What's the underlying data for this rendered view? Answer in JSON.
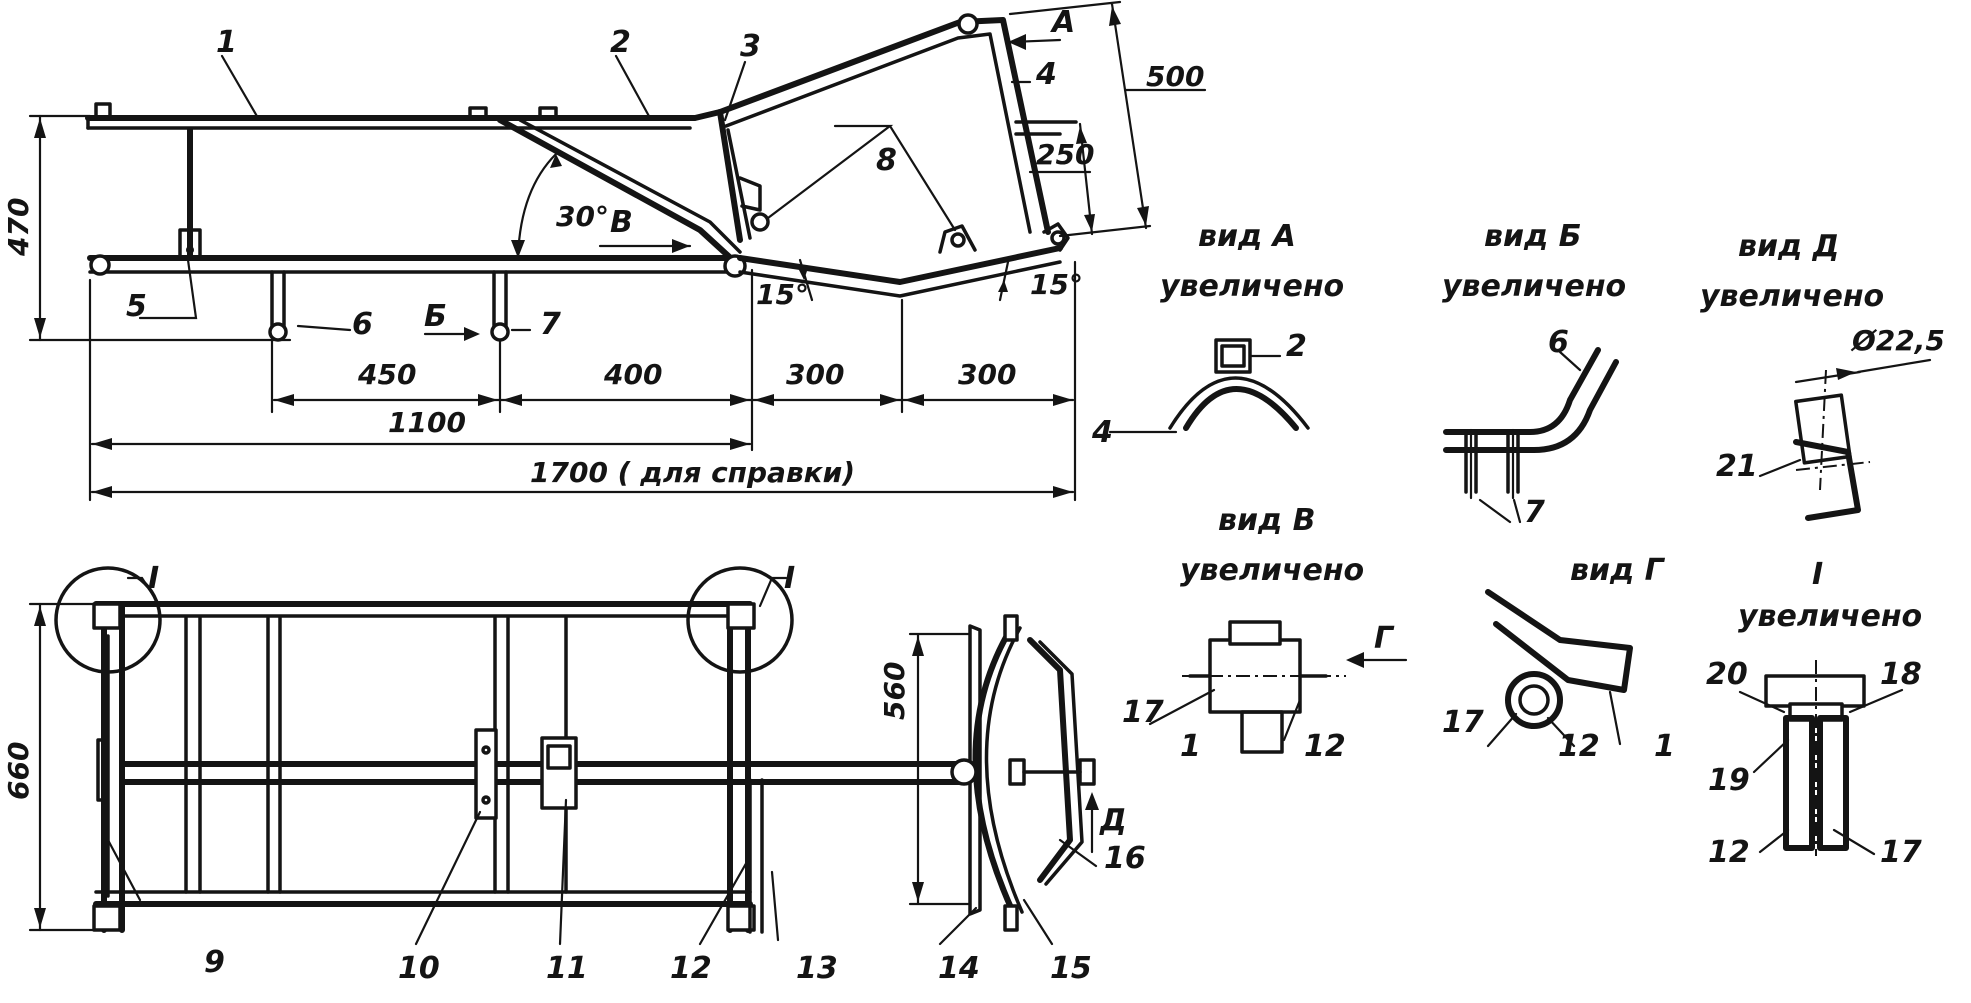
{
  "part_numbers": [
    "1",
    "2",
    "3",
    "4",
    "5",
    "6",
    "7",
    "8",
    "9",
    "10",
    "11",
    "12",
    "13",
    "14",
    "15",
    "16",
    "17",
    "18",
    "19",
    "20",
    "21"
  ],
  "roman": "I",
  "dimensions": {
    "d470": "470",
    "d500": "500",
    "d250": "250",
    "d450": "450",
    "d400": "400",
    "d300a": "300",
    "d300b": "300",
    "d1100": "1100",
    "d1700": "1700 ( для справки)",
    "d660": "660",
    "d560": "560",
    "angle30": "30°",
    "angle15a": "15°",
    "angle15b": "15°",
    "dia": "Ø22,5"
  },
  "view_arrows": {
    "A": "А",
    "B": "Б",
    "V": "В",
    "G": "Г",
    "D": "Д"
  },
  "views": {
    "vidA": "вид А",
    "vidB": "вид Б",
    "vidD": "вид Д",
    "vidV": "вид В",
    "vidG": "вид Г",
    "enlarged": "увеличено"
  }
}
